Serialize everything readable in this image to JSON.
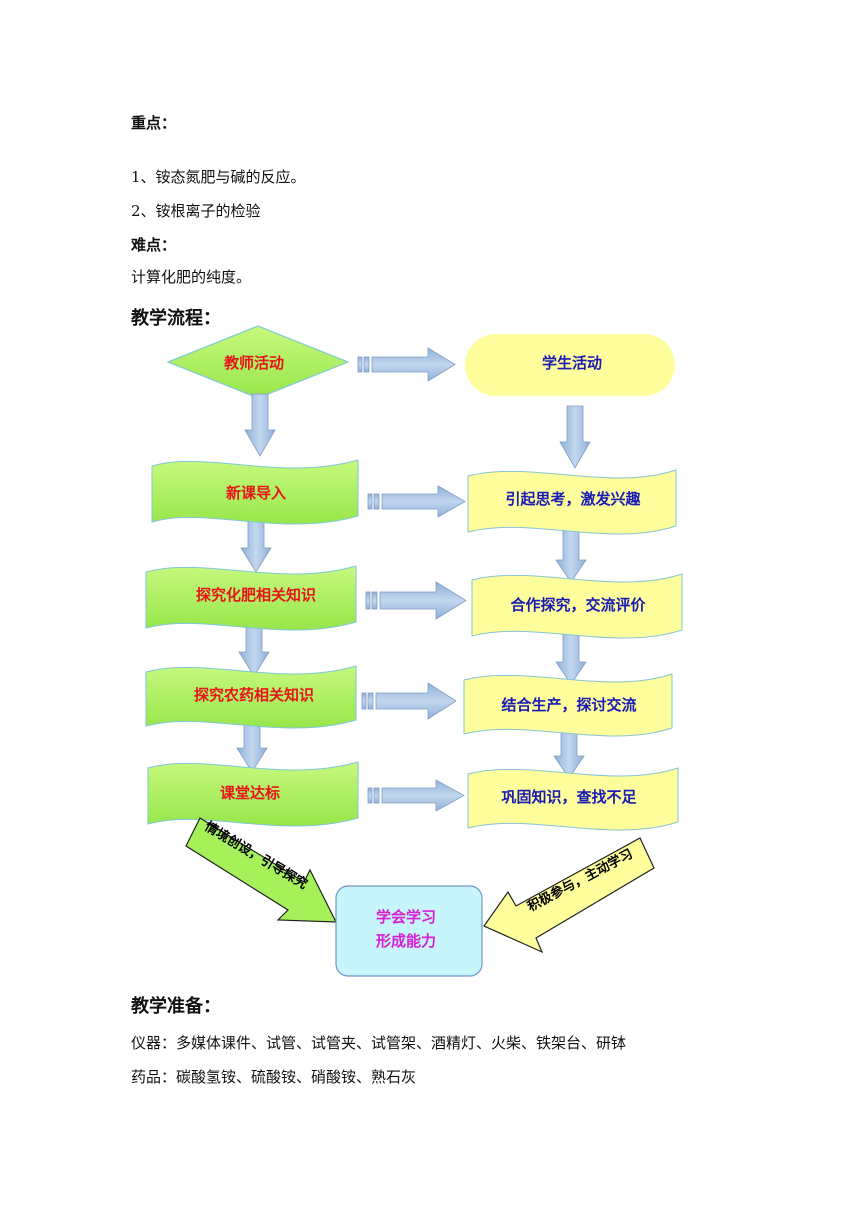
{
  "key_points": {
    "heading": "重点：",
    "items": [
      "1、铵态氮肥与碱的反应。",
      "2、铵根离子的检验"
    ]
  },
  "difficulty": {
    "heading": "难点：",
    "text": "计算化肥的纯度。"
  },
  "flow": {
    "heading": "教学流程：",
    "teacher_header": "教师活动",
    "student_header": "学生活动",
    "teacher_steps": [
      "新课导入",
      "探究化肥相关知识",
      "探究农药相关知识",
      "课堂达标"
    ],
    "student_steps": [
      "引起思考，激发兴趣",
      "合作探究，交流评价",
      "结合生产，探讨交流",
      "巩固知识，查找不足"
    ],
    "left_arrow_label": "情境创设，引导探究",
    "right_arrow_label": "积极参与，主动学习",
    "goal_line1": "学会学习",
    "goal_line2": "形成能力",
    "colors": {
      "teacher_text": "#e8141b",
      "student_text": "#1a1ab4",
      "goal_text": "#d61fd6",
      "teacher_fill": "#a6f15a",
      "student_fill": "#fefe9c",
      "goal_fill": "#c7f5fb",
      "arrow_fill": "#a9c4e4"
    }
  },
  "preparation": {
    "heading": "教学准备：",
    "instruments": "仪器：多媒体课件、试管、试管夹、试管架、酒精灯、火柴、铁架台、研钵",
    "chemicals": "药品：碳酸氢铵、硫酸铵、硝酸铵、熟石灰"
  }
}
